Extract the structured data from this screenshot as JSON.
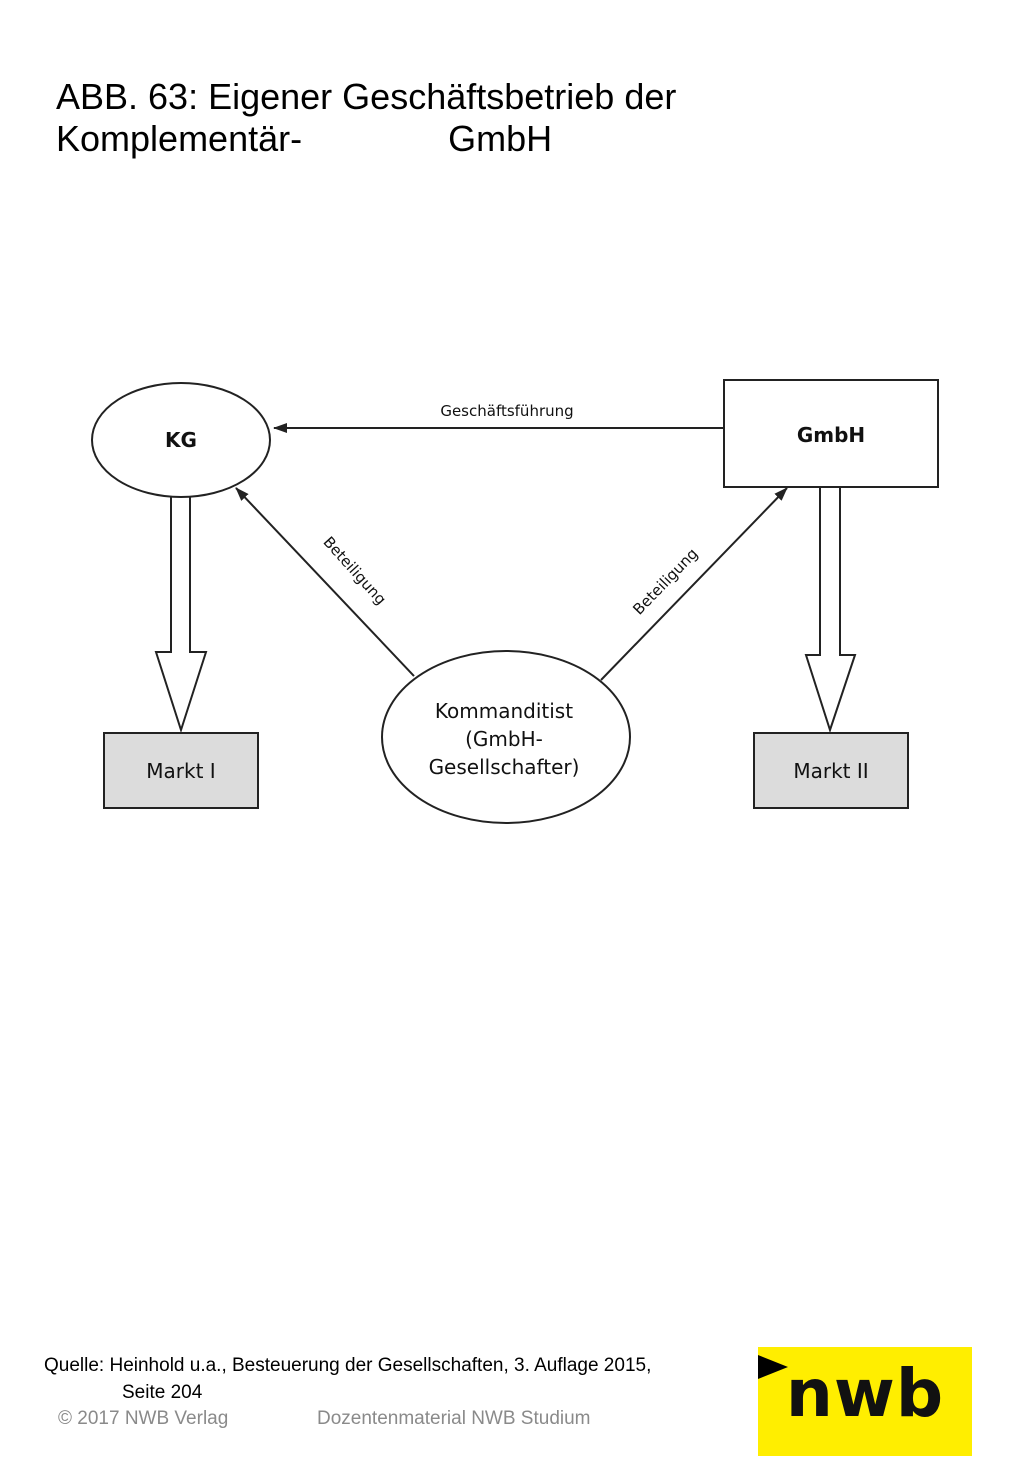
{
  "title": {
    "line1": "ABB. 63: Eigener Geschäftsbetrieb der",
    "line2_part1": "Komplementär-",
    "line2_part2": "GmbH"
  },
  "diagram": {
    "nodes": {
      "kg": "KG",
      "gmbh": "GmbH",
      "kommanditist_line1": "Kommanditist",
      "kommanditist_line2": "(GmbH-",
      "kommanditist_line3": "Gesellschafter)",
      "markt1": "Markt I",
      "markt2": "Markt II"
    },
    "edges": {
      "geschaeftsfuehrung": "Geschäftsführung",
      "beteiligung_left": "Beteiligung",
      "beteiligung_right": "Beteiligung"
    },
    "colors": {
      "stroke": "#222222",
      "market_fill": "#dcdcdc"
    }
  },
  "source": {
    "line1": "Quelle: Heinhold u.a., Besteuerung der Gesellschaften, 3. Auflage 2015,",
    "line2": "Seite 204"
  },
  "footer": {
    "copyright": "© 2017 NWB Verlag",
    "material": "Dozentenmaterial NWB Studium"
  },
  "logo": {
    "text": "nwb",
    "color": "#ffee00"
  }
}
